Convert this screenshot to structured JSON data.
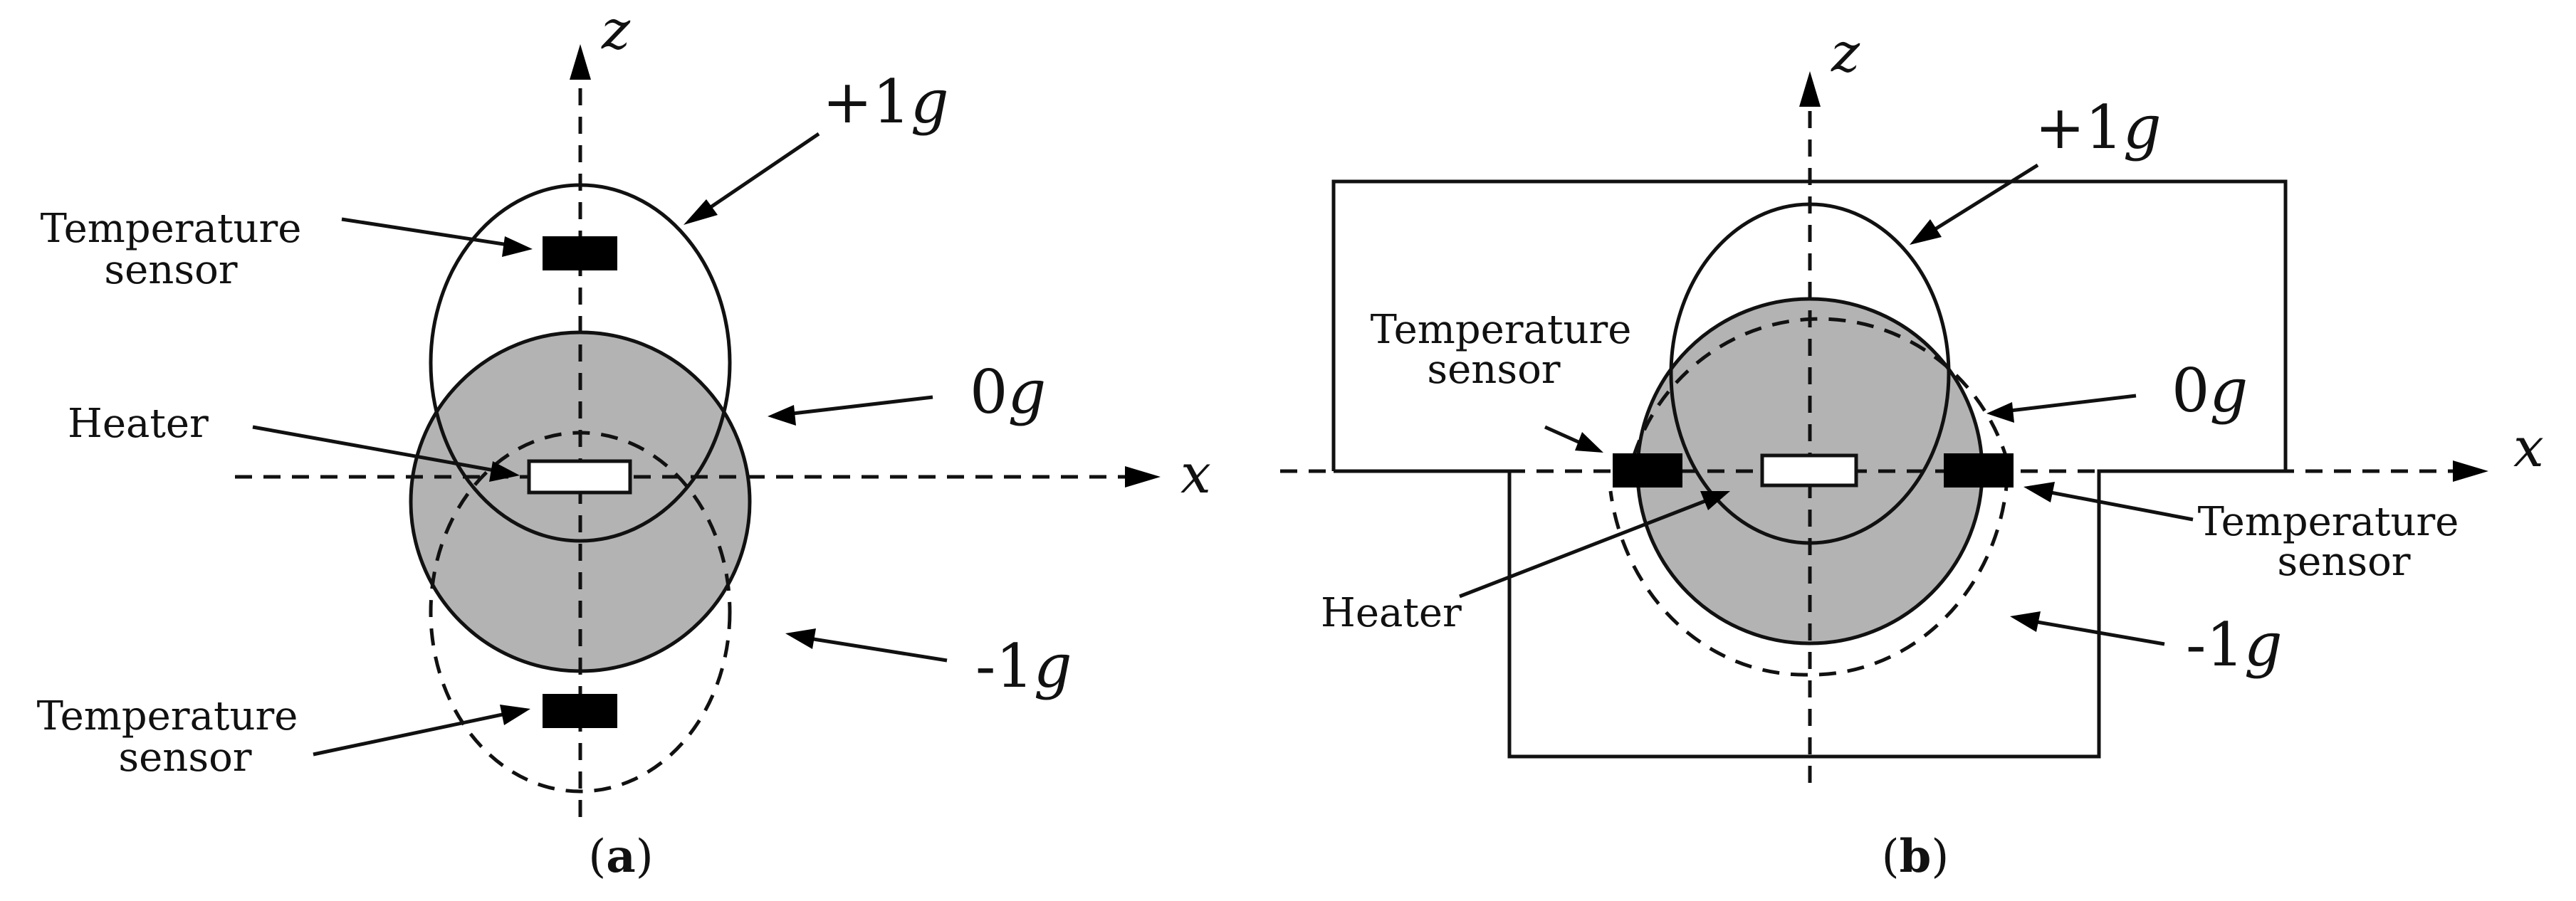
{
  "panels": [
    {
      "caption_open": "(",
      "caption_letter": "a",
      "caption_close": ")",
      "axis_z": "z",
      "axis_x": "x",
      "plus_g": {
        "num": "+1",
        "unit": "g"
      },
      "zero_g": {
        "num": "0",
        "unit": "g"
      },
      "minus_g": {
        "num": "-1",
        "unit": "g"
      },
      "heater_label": "Heater",
      "sensor_top": {
        "line1": "Temperature",
        "line2": "sensor"
      },
      "sensor_bottom": {
        "line1": "Temperature",
        "line2": "sensor"
      }
    },
    {
      "caption_open": "(",
      "caption_letter": "b",
      "caption_close": ")",
      "axis_z": "z",
      "axis_x": "x",
      "plus_g": {
        "num": "+1",
        "unit": "g"
      },
      "zero_g": {
        "num": "0",
        "unit": "g"
      },
      "minus_g": {
        "num": "-1",
        "unit": "g"
      },
      "heater_label": "Heater",
      "sensor_left": {
        "line1": "Temperature",
        "line2": "sensor"
      },
      "sensor_right": {
        "line1": "Temperature",
        "line2": "sensor"
      }
    }
  ],
  "colors": {
    "fluid_gray": "#b3b3b3",
    "ink": "#111111",
    "sensor_fill": "#000000"
  }
}
